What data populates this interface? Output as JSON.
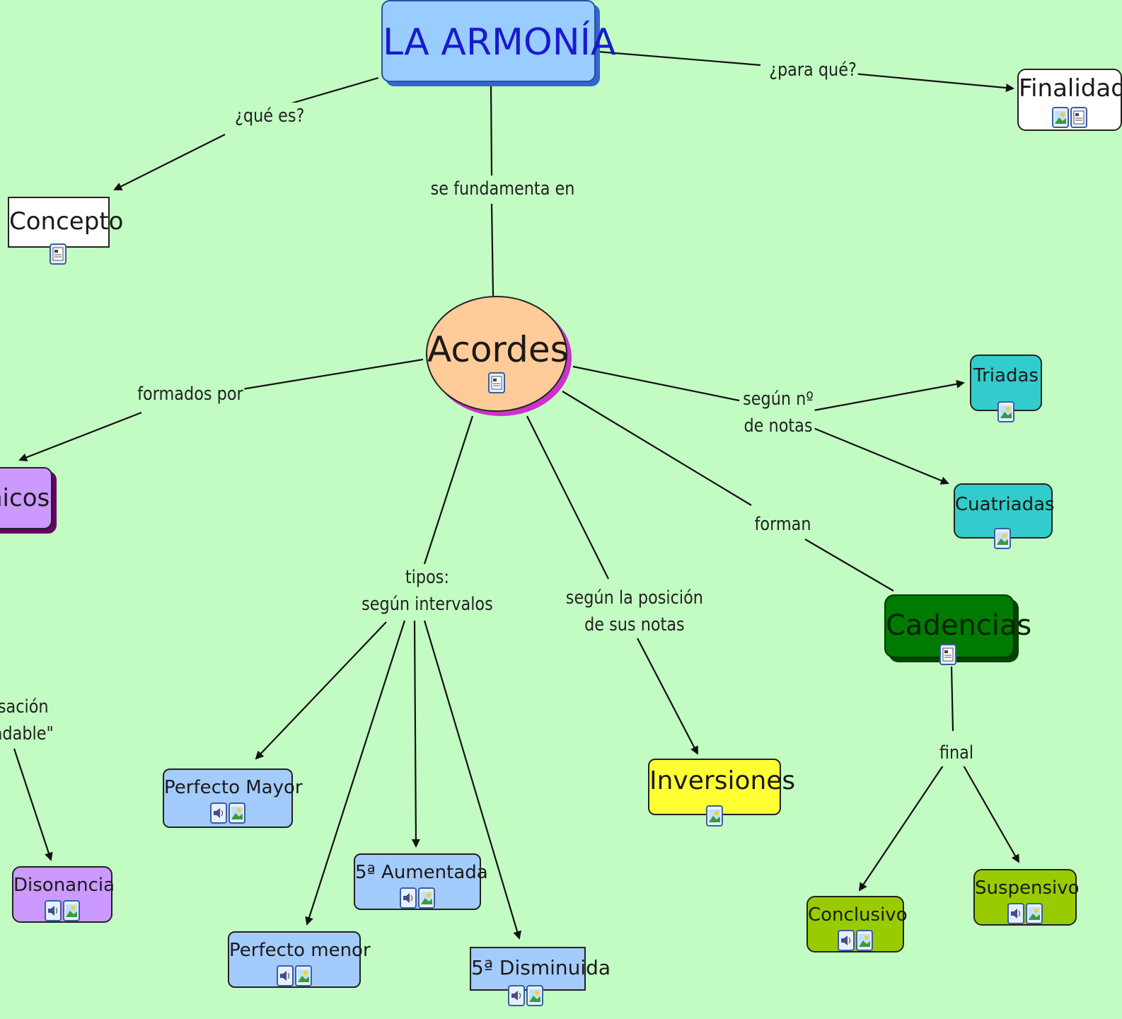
{
  "nodes": {
    "armonia": "LA ARMONÍA",
    "finalidad": "Finalidad",
    "concepto": "Concepto",
    "acordes": "Acordes",
    "triadas": "Triadas",
    "cuatriadas": "Cuatriadas",
    "armonicos": "nicos",
    "cadencias": "Cadencias",
    "inversiones": "Inversiones",
    "perfecto_mayor": "Perfecto Mayor",
    "perfecto_menor": "Perfecto menor",
    "aumentada": "5ª Aumentada",
    "disminuida": "5ª Disminuida",
    "disonancia": "Disonancia",
    "conclusivo": "Conclusivo",
    "suspensivo": "Suspensivo"
  },
  "links": {
    "para_que": "¿para qué?",
    "que_es": "¿qué es?",
    "se_fundamenta": "se fundamenta en",
    "formados_por": "formados por",
    "segun_notas": "según nº\nde notas",
    "forman": "forman",
    "tipos": "tipos:\nsegún intervalos",
    "segun_posicion": "según la posición\nde sus notas",
    "sensacion": "sación\nadable\"",
    "final": "final"
  },
  "colors": {
    "background": "#c3fcc3",
    "root": "#99ccff",
    "acordes": "#ffcc99",
    "cadencias": "#007a00"
  },
  "icon_legend": [
    "speaker-icon",
    "image-icon",
    "document-icon"
  ]
}
